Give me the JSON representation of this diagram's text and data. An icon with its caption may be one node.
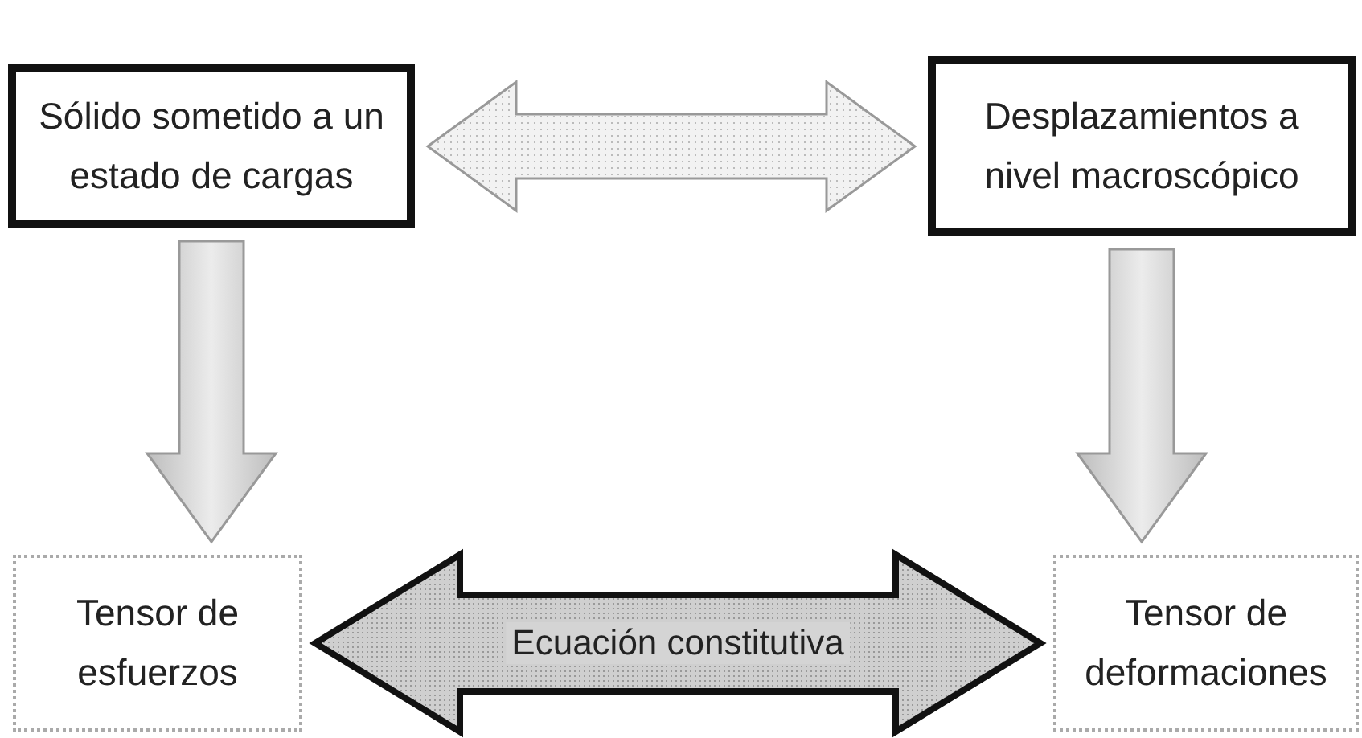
{
  "diagram": {
    "nodes": [
      {
        "text": [
          "Sólido sometido a un estado de cargas"
        ]
      },
      {
        "text": [
          "Desplazamientos a nivel macroscópico"
        ]
      },
      {
        "text": [
          "Tensor de esfuerzos"
        ]
      },
      {
        "text": [
          "Tensor de deformaciones"
        ]
      }
    ],
    "edges": [
      {
        "from": 0,
        "to": 1,
        "arrow": "both"
      },
      {
        "from": 0,
        "to": 2,
        "arrow": "to"
      },
      {
        "from": 1,
        "to": 3,
        "arrow": "to"
      },
      {
        "from": 2,
        "to": 3,
        "arrow": "both",
        "label": "Ecuación constitutiva",
        "style": "thick"
      }
    ]
  }
}
